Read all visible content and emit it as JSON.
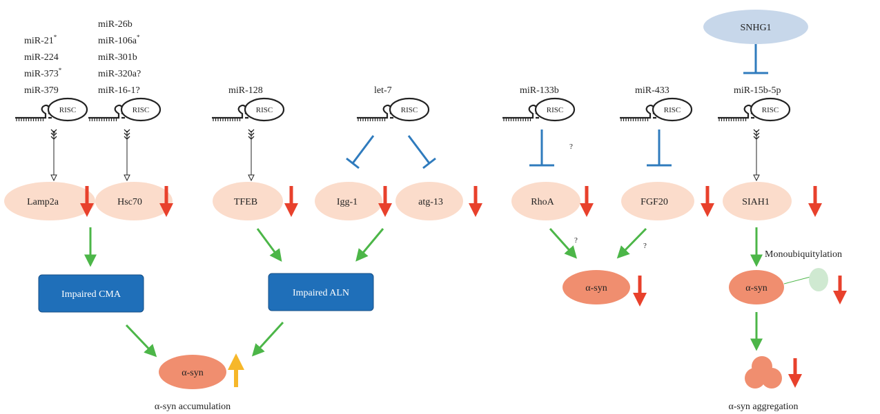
{
  "mirnas": {
    "group1": [
      "miR-21",
      "miR-224",
      "miR-373",
      "miR-379"
    ],
    "group1_star": "*",
    "group2": [
      "miR-26b",
      "miR-106a",
      "miR-301b",
      "miR-320a?",
      "miR-16-1?"
    ],
    "group2_star": "*",
    "mir128": "miR-128",
    "let7": "let-7",
    "mir133b": "miR-133b",
    "mir433": "miR-433",
    "mir15b": "miR-15b-5p"
  },
  "risc_label": "RISC",
  "lncrna": "SNHG1",
  "targets": {
    "lamp2a": "Lamp2a",
    "hsc70": "Hsc70",
    "tfeb": "TFEB",
    "igg1": "Igg-1",
    "atg13": "atg-13",
    "rhoa": "RhoA",
    "fgf20": "FGF20",
    "siah1": "SIAH1"
  },
  "boxes": {
    "cma": "Impaired CMA",
    "aln": "Impaired ALN"
  },
  "asyn": {
    "left": "α-syn",
    "mid": "α-syn",
    "right": "α-syn"
  },
  "annotations": {
    "question": "?",
    "monoubiquitylation": "Monoubiquitylation"
  },
  "captions": {
    "accumulation": "α-syn accumulation",
    "aggregation": "α-syn aggregation"
  },
  "colors": {
    "target_fill": "#fbdccb",
    "asyn_fill": "#f08e6f",
    "box_fill": "#1f6fb9",
    "green_arrow": "#4cb648",
    "red_arrow": "#e8412c",
    "yellow_arrow": "#f6b72a",
    "inhibit": "#2f7bbd",
    "snhg1_fill": "#c7d7ea",
    "ub_fill": "#cfe9d1"
  }
}
